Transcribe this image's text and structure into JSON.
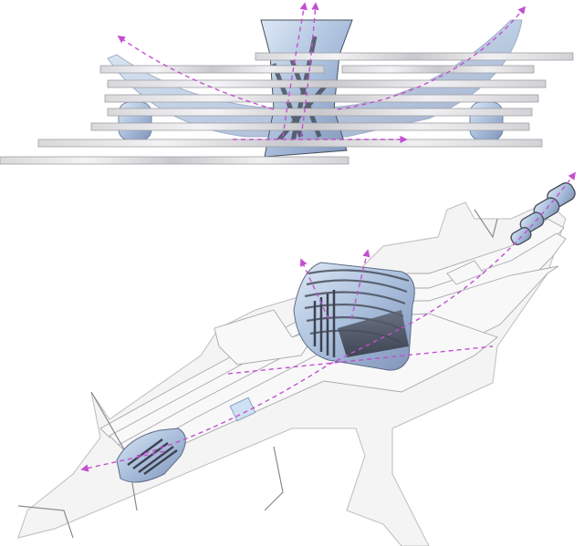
{
  "diagram": {
    "views": [
      {
        "id": "section",
        "kind": "sectional elevation",
        "floor_slabs": 8,
        "vertical_cores": 3
      },
      {
        "id": "axonometric",
        "kind": "exploded axonometric",
        "building_volumes": 3
      }
    ],
    "circulation_arrows": {
      "style": "dashed",
      "count_section": 5,
      "count_axon": 5
    },
    "colors": {
      "slab": "#e6e6e8",
      "slab_edge": "#9a9a9e",
      "glass": "#b9cde6",
      "glass_dark": "#6f84a8",
      "structure": "#4a4f5c",
      "arrow": "#c34fd0",
      "ground": "#f4f4f4",
      "ground_edge": "#bfbfbf"
    }
  }
}
